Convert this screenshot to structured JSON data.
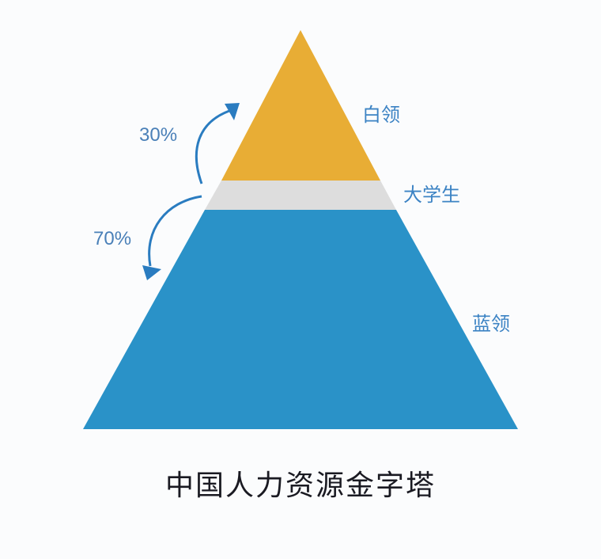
{
  "diagram": {
    "title": "中国人力资源金字塔",
    "layers": [
      {
        "id": "top",
        "label": "白领",
        "color": "#e8ad35"
      },
      {
        "id": "middle",
        "label": "大学生",
        "color": "#dcdcdc"
      },
      {
        "id": "bottom",
        "label": "蓝领",
        "color": "#2a92c8"
      }
    ],
    "flows": [
      {
        "label": "30%",
        "direction": "up",
        "target": "白领"
      },
      {
        "label": "70%",
        "direction": "down",
        "target": "蓝领"
      }
    ],
    "arrow_color": "#2a7cc0",
    "text_color": "#3c83c4"
  }
}
